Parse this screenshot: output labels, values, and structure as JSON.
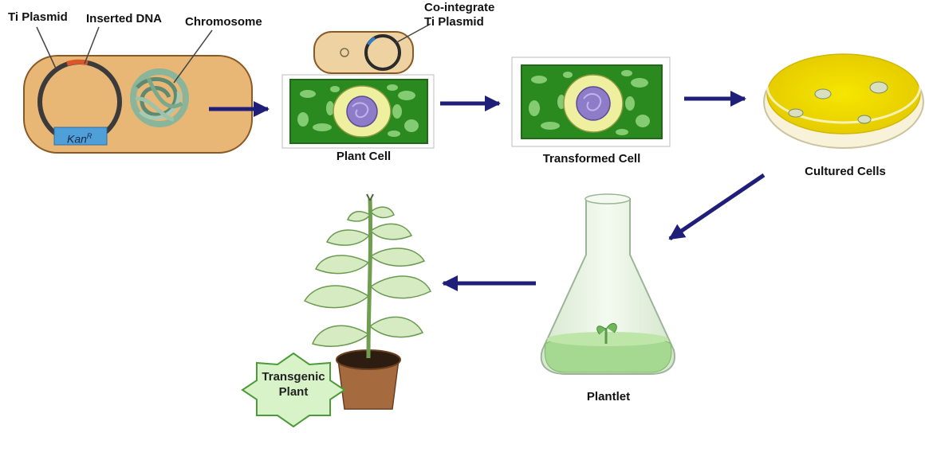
{
  "labels": {
    "ti_plasmid": "Ti Plasmid",
    "inserted_dna": "Inserted DNA",
    "chromosome": "Chromosome",
    "kan": "Kan",
    "kan_sup": "R",
    "cointegrate_line1": "Co-integrate",
    "cointegrate_line2": "Ti Plasmid",
    "plant_cell": "Plant Cell",
    "transformed_cell": "Transformed Cell",
    "cultured_cells": "Cultured Cells",
    "plantlet": "Plantlet",
    "transgenic_line1": "Transgenic",
    "transgenic_line2": "Plant"
  },
  "caption": "",
  "colors": {
    "bacterium_fill": "#e8b675",
    "bacterium_stroke": "#8a5a25",
    "plasmid_ring": "#3b3b3b",
    "inserted_dna": "#d9572b",
    "kan_box": "#4f9fd9",
    "chromosome": "#8ab59a",
    "cell_wall": "#3da12f",
    "cell_dark": "#1f7a17",
    "nucleus_yellow": "#eef0a0",
    "nucleus_purple": "#8f7cc8",
    "arrow": "#1f1f7a",
    "dish_agar": "#f0d400",
    "flask_glass": "#e9f3e4",
    "flask_medium": "#a5d890",
    "leaf": "#d7ebc2",
    "pot": "#a66a3f",
    "star_fill": "#d8f3c7",
    "star_stroke": "#4d9a3b"
  }
}
